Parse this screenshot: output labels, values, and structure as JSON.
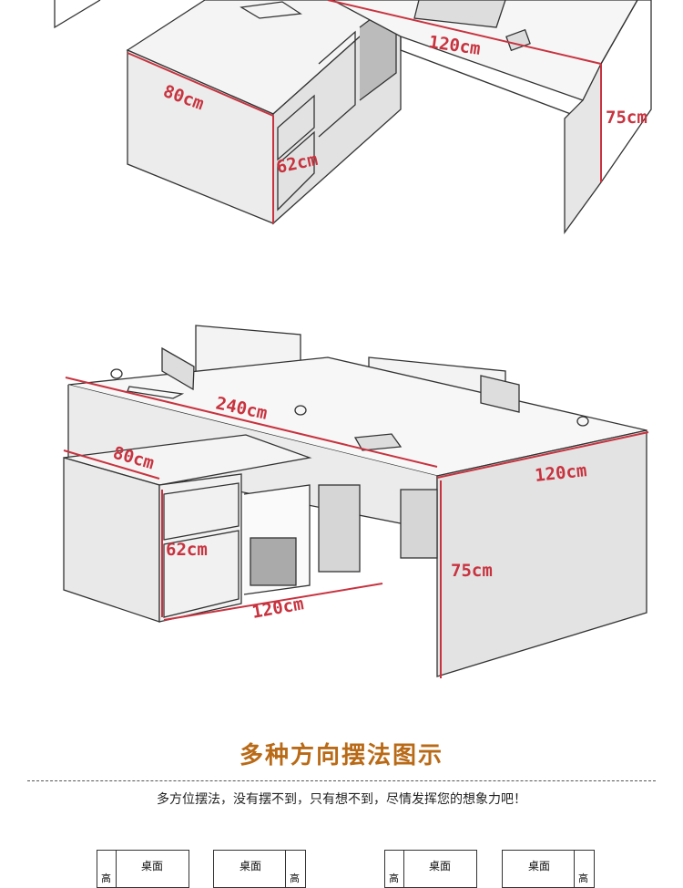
{
  "top_figure": {
    "labels": {
      "width": "120cm",
      "depth": "80cm",
      "cabinet_depth": "62cm",
      "height": "75cm"
    }
  },
  "bottom_figure": {
    "labels": {
      "length": "240cm",
      "depth": "80cm",
      "cabinet_depth": "62cm",
      "under_length": "120cm",
      "end_width": "120cm",
      "height": "75cm"
    }
  },
  "section": {
    "title": "多种方向摆法图示",
    "subtitle": "多方位摆法，没有摆不到，只有想不到，尽情发挥您的想象力吧！"
  },
  "layouts": [
    {
      "desk_label": "桌面",
      "side_label": "高"
    },
    {
      "desk_label": "桌面",
      "side_label": "高"
    },
    {
      "desk_label": "桌面",
      "side_label": "高"
    },
    {
      "desk_label": "桌面",
      "side_label": "高"
    }
  ],
  "colors": {
    "dimension": "#c8333f",
    "title": "#b96a17"
  }
}
